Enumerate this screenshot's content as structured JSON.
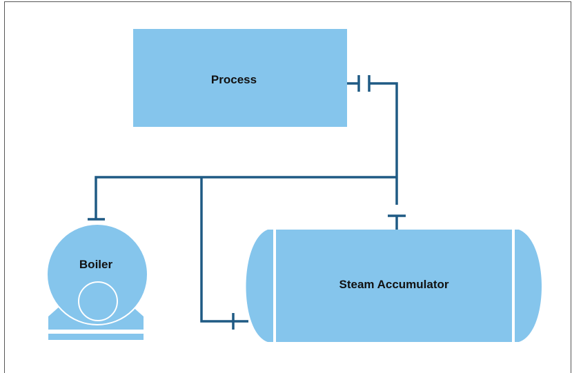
{
  "colors": {
    "fill": "#85c5ec",
    "pipe": "#1f5a84",
    "frame": "#555555",
    "text": "#111111",
    "background": "#ffffff"
  },
  "labels": {
    "process": "Process",
    "boiler": "Boiler",
    "accumulator": "Steam Accumulator"
  }
}
